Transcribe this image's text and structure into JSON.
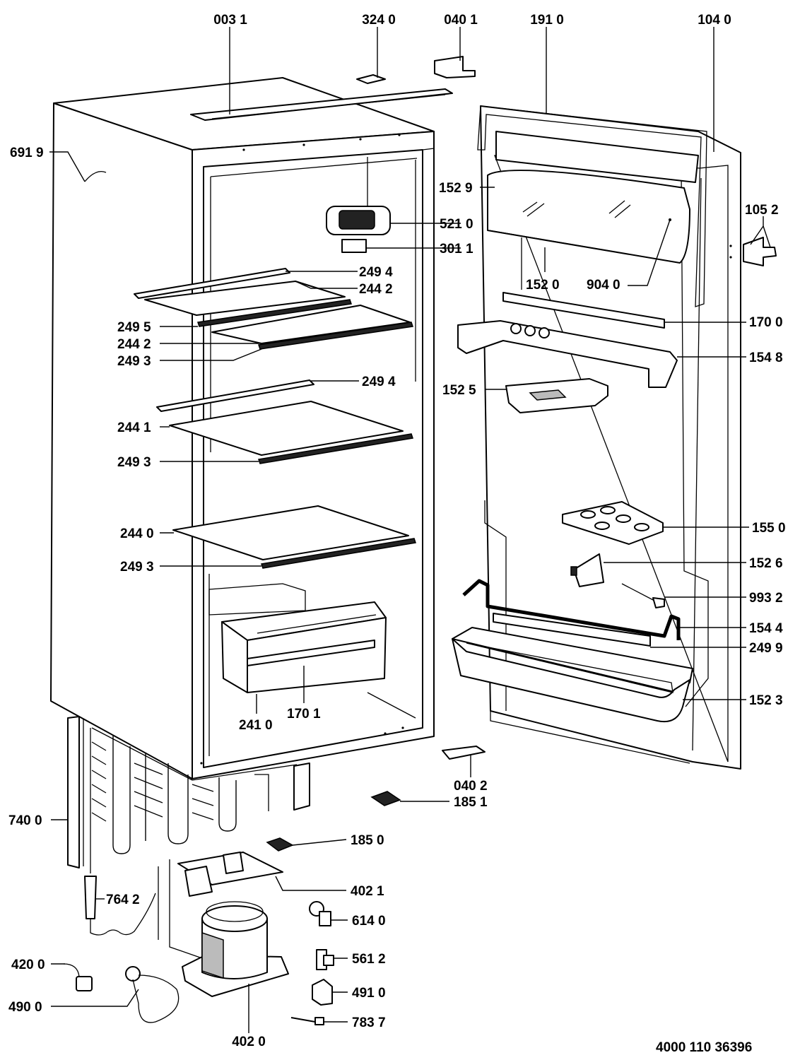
{
  "document_number": "4000 110 36396",
  "labels": [
    "003 1",
    "324 0",
    "040 1",
    "191 0",
    "104 0",
    "691 9",
    "152 9",
    "521 0",
    "105 2",
    "301 1",
    "249 4",
    "244 2",
    "152 0",
    "904 0",
    "249 5",
    "170 0",
    "244 2",
    "249 3",
    "154 8",
    "249 4",
    "152 5",
    "244 1",
    "249 3",
    "155 0",
    "244 0",
    "249 3",
    "152 6",
    "993 2",
    "154 4",
    "249 9",
    "241 0",
    "170 1",
    "152 3",
    "040 2",
    "185 1",
    "740 0",
    "185 0",
    "402 1",
    "764 2",
    "614 0",
    "561 2",
    "420 0",
    "491 0",
    "490 0",
    "783 7",
    "402 0"
  ]
}
